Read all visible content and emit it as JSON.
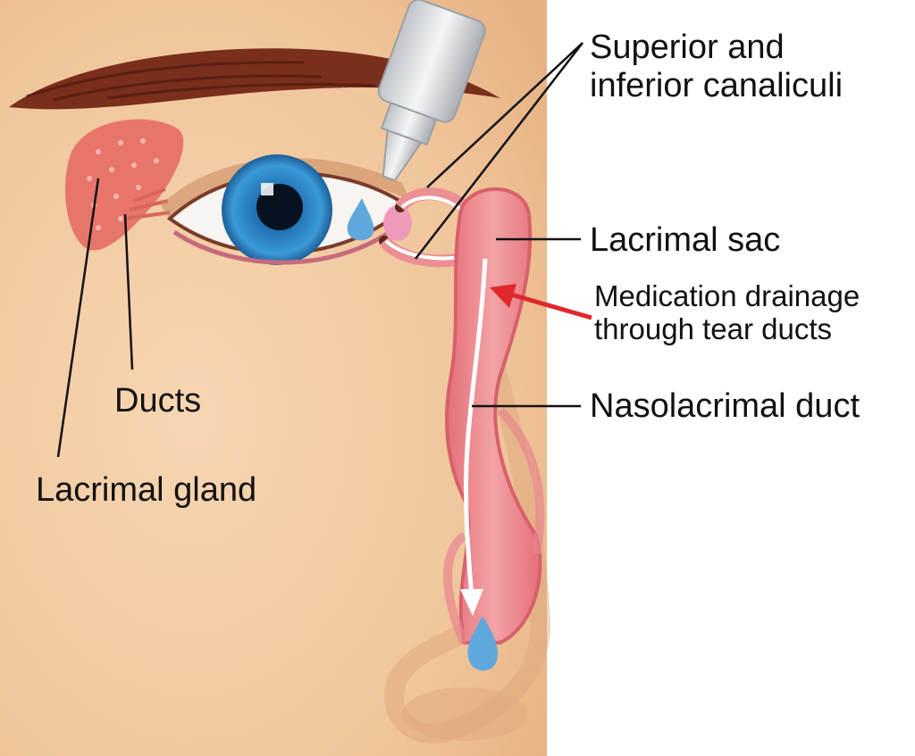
{
  "labels": {
    "canaliculi_line1": "Superior and",
    "canaliculi_line2": "inferior canaliculi",
    "lacrimal_sac": "Lacrimal sac",
    "medication_line1": "Medication drainage",
    "medication_line2": "through tear ducts",
    "nasolacrimal_duct": "Nasolacrimal duct",
    "ducts": "Ducts",
    "lacrimal_gland": "Lacrimal gland"
  },
  "colors": {
    "skin": "#f1c9a0",
    "skin_shadow": "#e2ae82",
    "gland": "#e8756a",
    "duct_pink": "#ec8f94",
    "iris": "#2f86c9",
    "drop": "#5fa8dc",
    "eyebrow": "#7a2e1c",
    "red_arrow": "#e0282c"
  }
}
